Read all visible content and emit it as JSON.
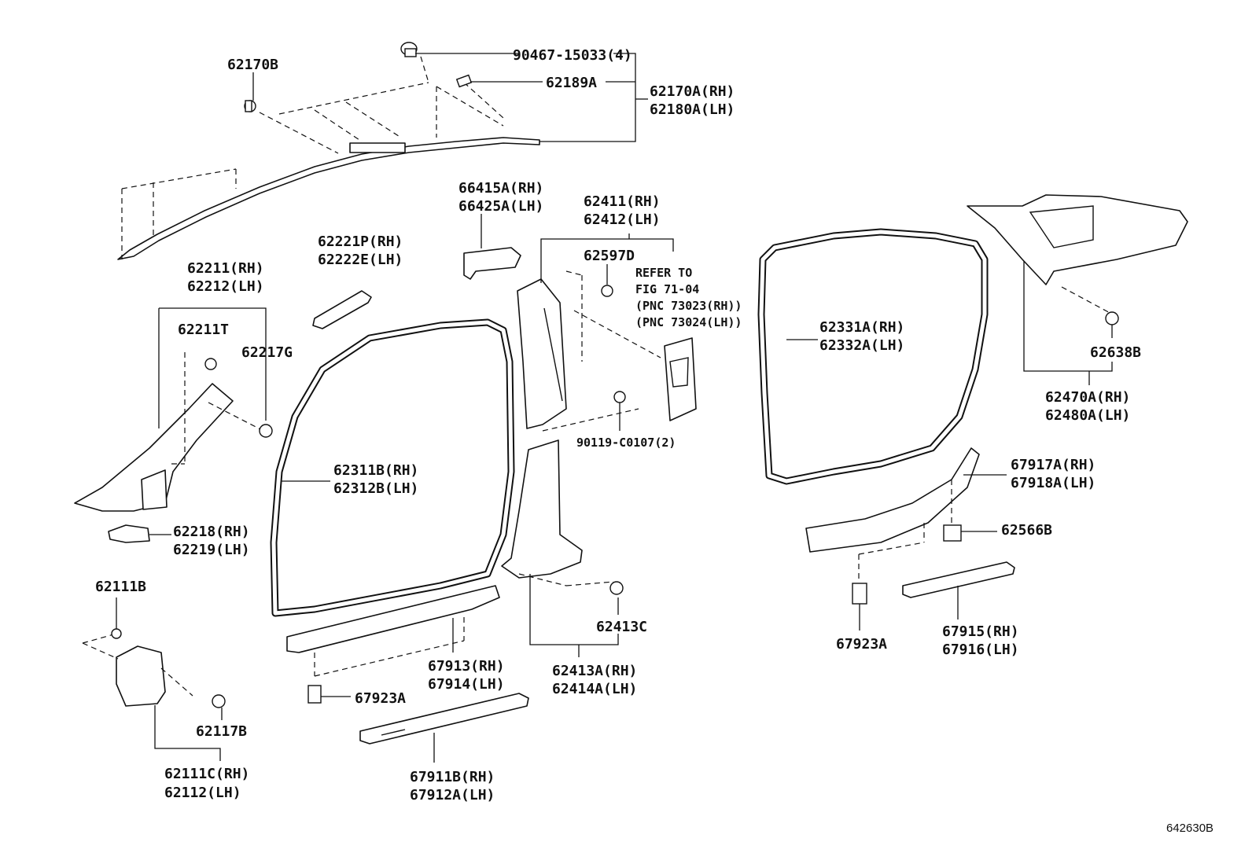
{
  "figure_id": "642630B",
  "callouts": {
    "p90467": "90467-15033(4)",
    "p62189A": "62189A",
    "p62170A": "62170A(RH)",
    "p62180A": "62180A(LH)",
    "p62170B": "62170B",
    "p66415A": "66415A(RH)",
    "p66425A": "66425A(LH)",
    "p62411": "62411(RH)",
    "p62412": "62412(LH)",
    "p62597D": "62597D",
    "refer_1": "REFER TO",
    "refer_2": "FIG 71-04",
    "refer_3": "(PNC 73023(RH))",
    "refer_4": "(PNC 73024(LH))",
    "p62221P": "62221P(RH)",
    "p62222E": "62222E(LH)",
    "p62211": "62211(RH)",
    "p62212": "62212(LH)",
    "p62211T": "62211T",
    "p62217G": "62217G",
    "p62331A": "62331A(RH)",
    "p62332A": "62332A(LH)",
    "p62638B": "62638B",
    "p62470A": "62470A(RH)",
    "p62480A": "62480A(LH)",
    "p90119": "90119-C0107(2)",
    "p62311B": "62311B(RH)",
    "p62312B": "62312B(LH)",
    "p67917A": "67917A(RH)",
    "p67918A": "67918A(LH)",
    "p62566B": "62566B",
    "p62218": "62218(RH)",
    "p62219": "62219(LH)",
    "p62111B": "62111B",
    "p62413C": "62413C",
    "p67913": "67913(RH)",
    "p67914": "67914(LH)",
    "p62413A": "62413A(RH)",
    "p62414A": "62414A(LH)",
    "p67923A_left": "67923A",
    "p67923A_right": "67923A",
    "p67915": "67915(RH)",
    "p67916": "67916(LH)",
    "p62117B": "62117B",
    "p62111C": "62111C(RH)",
    "p62112": "62112(LH)",
    "p67911B": "67911B(RH)",
    "p67912A": "67912A(LH)"
  }
}
